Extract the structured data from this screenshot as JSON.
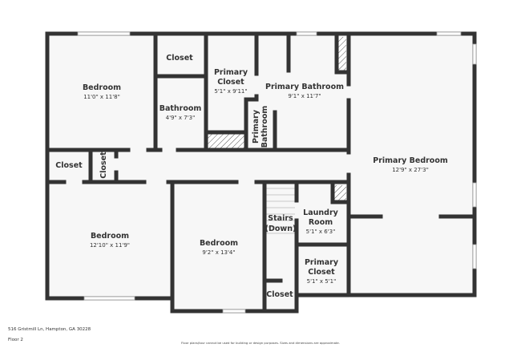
{
  "rooms": [
    {
      "name": "Bedroom",
      "dim": "11'0\" x 11'8\""
    },
    {
      "name": "Closet",
      "dim": ""
    },
    {
      "name": "Primary Closet",
      "dim": "5'1\" x 9'11\""
    },
    {
      "name": "Primary Bathroom",
      "dim": "9'1\" x 11'7\""
    },
    {
      "name": "Bathroom",
      "dim": "4'9\" x 7'3\""
    },
    {
      "name": "Primary Bathroom",
      "dim": ""
    },
    {
      "name": "Closet",
      "dim": ""
    },
    {
      "name": "Closet",
      "dim": ""
    },
    {
      "name": "Primary Bedroom",
      "dim": "12'9\" x 27'3\""
    },
    {
      "name": "Bedroom",
      "dim": "12'10\" x 11'9\""
    },
    {
      "name": "Bedroom",
      "dim": "9'2\" x 13'4\""
    },
    {
      "name": "Stairs (Down)",
      "dim": ""
    },
    {
      "name": "Laundry Room",
      "dim": "5'1\" x 6'3\""
    },
    {
      "name": "Primary Closet",
      "dim": "5'1\" x 5'1\""
    },
    {
      "name": "Closet",
      "dim": ""
    }
  ],
  "footer": {
    "address": "516 Gristmill Ln, Hampton, GA 30228",
    "floor": "Floor 2",
    "disclaimer": "Floor plans/tour cannot be used for building or design purposes. Sizes and dimensions are approximate."
  },
  "colors": {
    "wall": "#333333",
    "floor": "#f7f7f7"
  }
}
